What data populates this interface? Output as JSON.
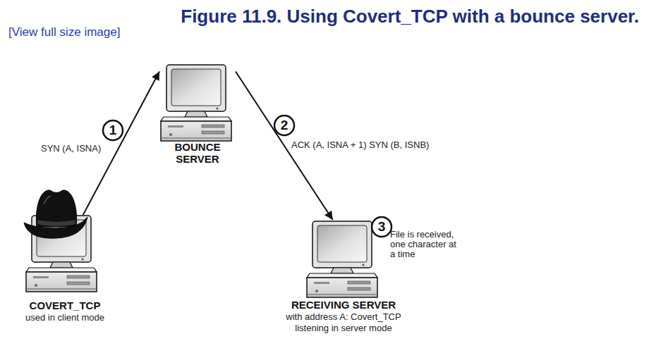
{
  "diagram": {
    "title": "Figure 11.9. Using Covert_TCP with a bounce server.",
    "nodes": [
      {
        "text": [
          "COVERT_TCP",
          "used in client mode"
        ]
      },
      {
        "text": [
          "BOUNCE SERVER"
        ]
      },
      {
        "text": [
          "RECEIVING SERVER",
          "with address A: Covert_TCP listening in server mode"
        ]
      }
    ],
    "edges": [
      {
        "from": 0,
        "to": 1,
        "arrow": "to",
        "label": "SYN (A, ISNA)"
      },
      {
        "from": 1,
        "to": 2,
        "arrow": "to",
        "label": "ACK (A, ISNA + 1) SYN (B, ISNB)"
      }
    ],
    "labels": [
      "[View full size image]",
      "1",
      "2",
      "3",
      "File is received, one character at a time"
    ]
  }
}
